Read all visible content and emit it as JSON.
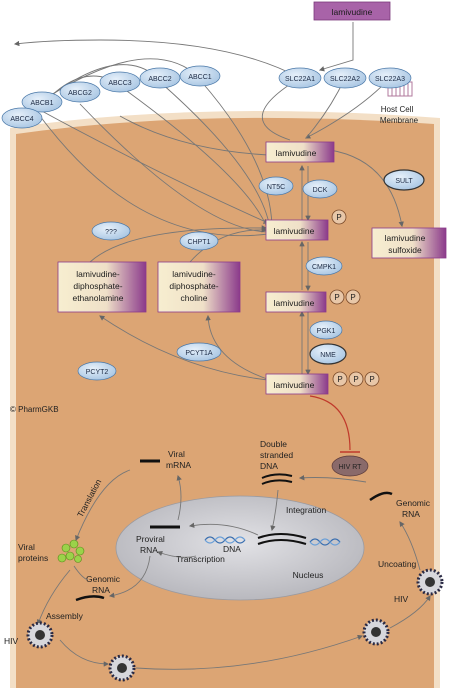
{
  "top_drug": "lamivudine",
  "membrane_label_line1": "Host Cell",
  "membrane_label_line2": "Membrane",
  "transporters": [
    "ABCC1",
    "ABCC2",
    "ABCC3",
    "ABCG2",
    "ABCB1",
    "ABCC4",
    "SLC22A1",
    "SLC22A2",
    "SLC22A3"
  ],
  "metabolites": {
    "lamivudine": "lamivudine",
    "lamivudine_p": "lamivudine",
    "lamivudine_pp": "lamivudine",
    "lamivudine_ppp": "lamivudine",
    "sulfoxide_line1": "lamivudine",
    "sulfoxide_line2": "sulfoxide",
    "ethanolamine_line1": "lamivudine-",
    "ethanolamine_line2": "diphosphate-",
    "ethanolamine_line3": "ethanolamine",
    "choline_line1": "lamivudine-",
    "choline_line2": "diphosphate-",
    "choline_line3": "choline"
  },
  "phosphate_symbol": "P",
  "enzymes": {
    "sult": "SULT",
    "nt5c": "NT5C",
    "dck": "DCK",
    "unknown": "???",
    "chpt1": "CHPT1",
    "cmpk1": "CMPK1",
    "pgk1": "PGK1",
    "nme": "NME",
    "pcyt1a": "PCYT1A",
    "pcyt2": "PCYT2",
    "hiv_rt": "HIV RT"
  },
  "watermark": "© PharmGKB",
  "labels": {
    "viral_mrna_1": "Viral",
    "viral_mrna_2": "mRNA",
    "translation": "Translation",
    "viral_proteins_1": "Viral",
    "viral_proteins_2": "proteins",
    "assembly": "Assembly",
    "genomic_rna_left_1": "Genomic",
    "genomic_rna_left_2": "RNA",
    "proviral_rna_1": "Proviral",
    "proviral_rna_2": "RNA",
    "dna": "DNA",
    "transcription": "Transcription",
    "nucleus": "Nucleus",
    "double_stranded_1": "Double",
    "double_stranded_2": "stranded",
    "double_stranded_3": "DNA",
    "integration": "Integration",
    "genomic_rna_right_1": "Genomic",
    "genomic_rna_right_2": "RNA",
    "uncoating": "Uncoating",
    "hiv_left": "HIV",
    "hiv_right": "HIV"
  },
  "colors": {
    "cell_fill": "#dca574",
    "membrane": "#f2dcc3",
    "drug_box_fill": "#f7eed0",
    "drug_box_accent": "#8b3a8b",
    "enzyme_fill": "#bcd4ec",
    "nucleus_fill": "#cfcfd3",
    "inhibit": "#c0392b"
  }
}
